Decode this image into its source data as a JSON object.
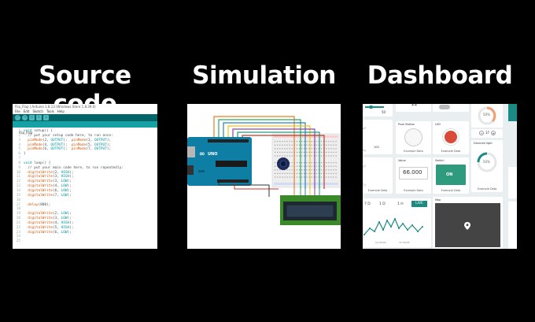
{
  "headings": {
    "source_code": "Source code",
    "simulation": "Simulation",
    "dashboard": "Dashboard"
  },
  "ide": {
    "window_title": "Flip_Flop | Arduino 1.8.13 (Windows Store 1.8.39.0)",
    "menu": [
      "File",
      "Edit",
      "Sketch",
      "Tools",
      "Help"
    ],
    "toolbar_icons": [
      "verify-icon",
      "upload-icon",
      "new-icon",
      "open-icon",
      "save-icon"
    ],
    "tab_label": "Flip_Flop",
    "code_lines": [
      {
        "n": "1",
        "t": "void setup() {"
      },
      {
        "n": "2",
        "t": "  // put your setup code here, to run once:"
      },
      {
        "n": "3",
        "t": "  pinMode(2, OUTPUT);  pinMode(3, OUTPUT);"
      },
      {
        "n": "4",
        "t": "  pinMode(4, OUTPUT);  pinMode(5, OUTPUT);"
      },
      {
        "n": "5",
        "t": "  pinMode(6, OUTPUT);  pinMode(7, OUTPUT);"
      },
      {
        "n": "6",
        "t": "}"
      },
      {
        "n": "7",
        "t": ""
      },
      {
        "n": "8",
        "t": "void loop() {"
      },
      {
        "n": "9",
        "t": "  // put your main code here, to run repeatedly:"
      },
      {
        "n": "10",
        "t": "  digitalWrite(2, HIGH);"
      },
      {
        "n": "11",
        "t": "  digitalWrite(3, HIGH);"
      },
      {
        "n": "12",
        "t": "  digitalWrite(3, LOW);"
      },
      {
        "n": "13",
        "t": "  digitalWrite(4, LOW);"
      },
      {
        "n": "14",
        "t": "  digitalWrite(6, LOW);"
      },
      {
        "n": "15",
        "t": "  digitalWrite(7, LOW);"
      },
      {
        "n": "16",
        "t": ""
      },
      {
        "n": "17",
        "t": "  delay(800);"
      },
      {
        "n": "18",
        "t": ""
      },
      {
        "n": "19",
        "t": "  digitalWrite(2, LOW);"
      },
      {
        "n": "20",
        "t": "  digitalWrite(3, LOW);"
      },
      {
        "n": "21",
        "t": "  digitalWrite(4, HIGH);"
      },
      {
        "n": "22",
        "t": "  digitalWrite(5, HIGH);"
      },
      {
        "n": "23",
        "t": "  digitalWrite(6, LOW);"
      },
      {
        "n": "24",
        "t": ""
      },
      {
        "n": "25",
        "t": ""
      }
    ]
  },
  "dashboard": {
    "top_value": "22",
    "slider_value": "50",
    "gauge_value": "50%",
    "gauge_small_value": "50%",
    "push_button_label": "Push Button",
    "led_label": "LED",
    "dimmed_light_label": "Dimmed light",
    "value_card_label": "Value",
    "value_card_value": "66.000",
    "switch_label": "Switch",
    "switch_state": "ON",
    "left_value": "100",
    "footer_label": "Example Data",
    "stepper_value": "37",
    "time_tabs": [
      "7 D",
      "1 D",
      "1 H",
      "LIVE"
    ],
    "map_label": "Map",
    "chart_ticks": [
      "12:30:00",
      "12:30:05"
    ],
    "colors": {
      "teal": "#1a8a85",
      "led_red": "#d94a38",
      "switch_green": "#2e9a7e"
    }
  }
}
